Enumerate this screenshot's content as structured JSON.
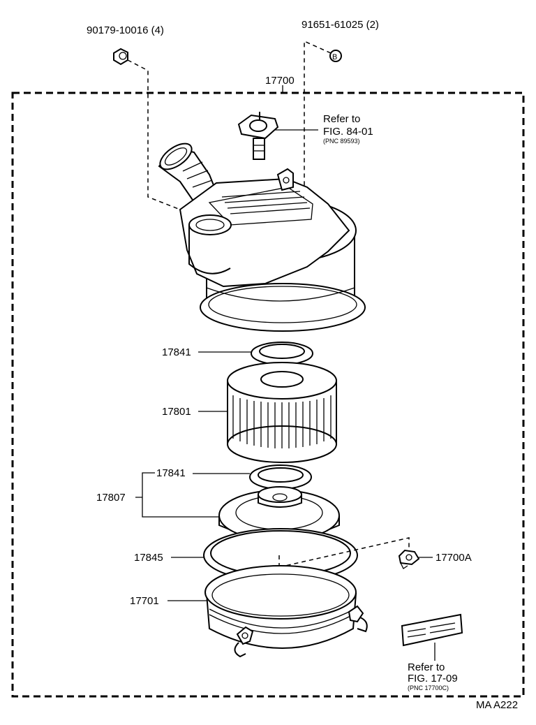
{
  "diagram": {
    "parts": {
      "bolt_90179": "90179-10016 (4)",
      "bolt_91651": "91651-61025 (2)",
      "marker_b": "B",
      "assembly": "17700",
      "gasket_upper": "17841",
      "element": "17801",
      "gasket_lower": "17841",
      "cap_subassy": "17807",
      "seal_ring": "17845",
      "case_lower": "17701",
      "clamp_bracket": "17700A"
    },
    "references": {
      "upper": {
        "line1": "Refer to",
        "line2": "FIG. 84-01",
        "pnc": "(PNC 89593)"
      },
      "lower": {
        "line1": "Refer to",
        "line2": "FIG. 17-09",
        "pnc": "(PNC 17700C)"
      }
    },
    "figure_code": "MA A222"
  }
}
